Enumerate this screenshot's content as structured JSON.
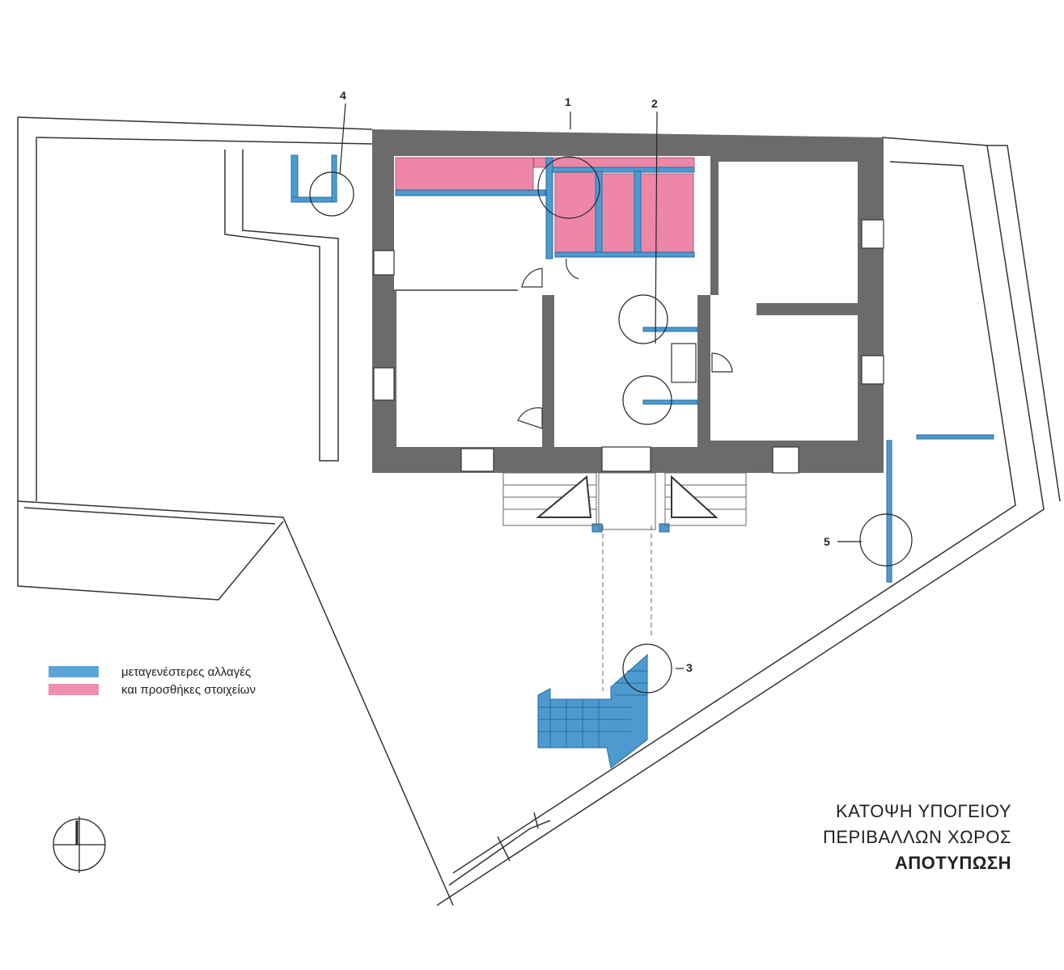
{
  "legend": {
    "line1": "μεταγενέστερες αλλαγές",
    "line2": "και προσθήκες στοιχείων",
    "color_changes": "#5ba6d8",
    "color_additions": "#f08fae"
  },
  "title": {
    "line1": "ΚΑΤΟΨΗ ΥΠΟΓΕΙΟΥ",
    "line2": "ΠΕΡΙΒΑΛΛΩΝ ΧΩΡΟΣ",
    "line3": "ΑΠΟΤΥΠΩΣΗ"
  },
  "callouts": {
    "c1": "1",
    "c2": "2",
    "c3": "3",
    "c4": "4",
    "c5": "5"
  },
  "colors": {
    "wall": "#6b6b6b",
    "blue": "#4d9ad0",
    "pink": "#ee86a8",
    "line": "#333333"
  },
  "icons": {
    "north": "north-arrow-icon"
  }
}
